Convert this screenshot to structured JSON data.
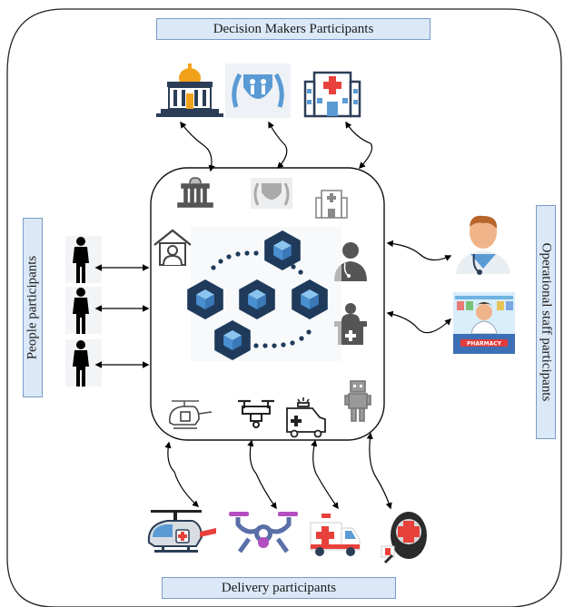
{
  "labels": {
    "decision_makers": "Decision Makers Participants",
    "people": "People participants",
    "operational_staff": "Operational staff participants",
    "delivery": "Delivery participants"
  },
  "icons": {
    "decision_makers": [
      "government-building-icon",
      "un-emblem-icon",
      "hospital-icon"
    ],
    "people": [
      "person-icon",
      "person-icon",
      "person-icon"
    ],
    "operational_staff": [
      "doctor-icon",
      "pharmacist-icon"
    ],
    "delivery": [
      "helicopter-icon",
      "drone-icon",
      "ambulance-icon",
      "robot-icon"
    ],
    "center_inner": [
      "government-building-icon",
      "un-emblem-icon",
      "hospital-icon",
      "home-user-icon",
      "doctor-icon",
      "desk-staff-icon",
      "helicopter-icon",
      "drone-icon",
      "ambulance-icon",
      "robot-icon"
    ],
    "blockchain": "blockchain-network-icon"
  },
  "colors": {
    "label_fill": "#dbe8f7",
    "label_border": "#7a9cc6",
    "block_dark": "#1f3a5a",
    "block_light": "#4a8fd0",
    "arrow": "#000000"
  }
}
